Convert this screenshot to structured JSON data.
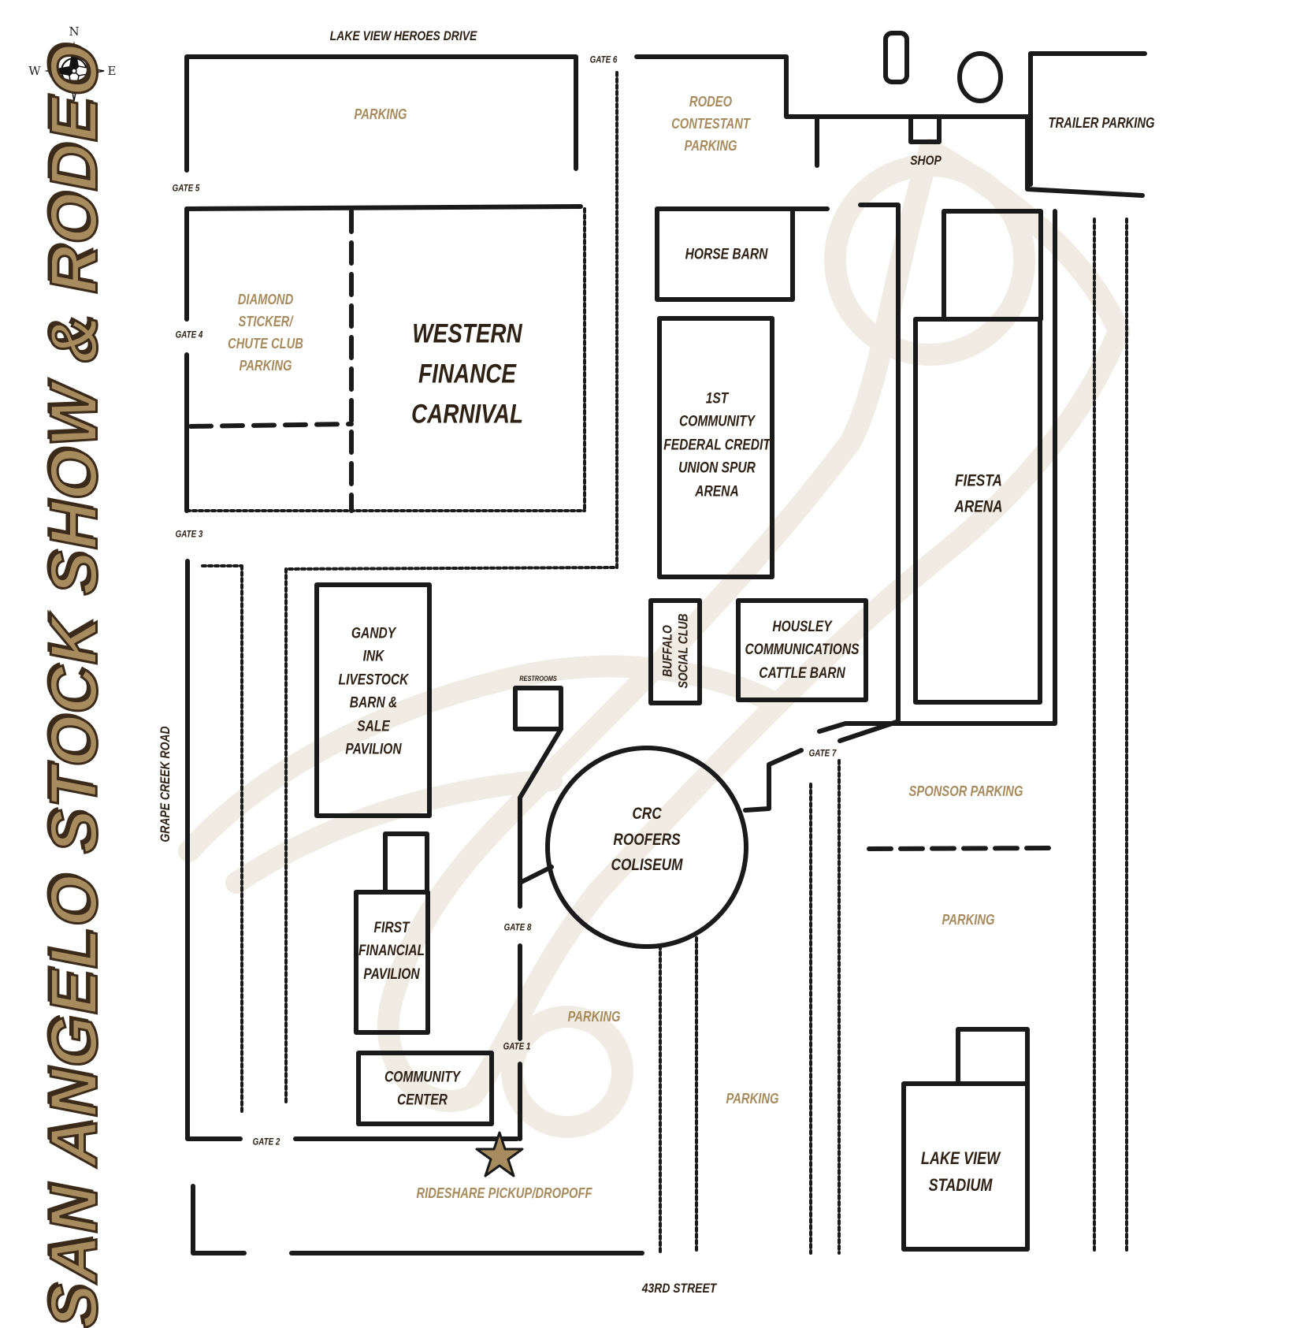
{
  "title": "SAN ANGELO STOCK SHOW & RODEO",
  "compass": {
    "n": "N",
    "s": "S",
    "e": "E",
    "w": "W"
  },
  "roads": {
    "north": "LAKE VIEW HEROES DRIVE",
    "south": "43RD STREET",
    "west": "GRAPE CREEK ROAD"
  },
  "gates": {
    "g1": "GATE 1",
    "g2": "GATE 2",
    "g3": "GATE 3",
    "g4": "GATE 4",
    "g5": "GATE 5",
    "g6": "GATE 6",
    "g7": "GATE 7",
    "g8": "GATE 8"
  },
  "buildings": {
    "carnival": "WESTERN\nFINANCE\nCARNIVAL",
    "horse_barn": "HORSE BARN",
    "spur_arena": "1ST\nCOMMUNITY\nFEDERAL CREDIT\nUNION SPUR\nARENA",
    "fiesta_arena": "FIESTA\nARENA",
    "shop": "SHOP",
    "gandy_barn": "GANDY\nINK\nLIVESTOCK\nBARN &\nSALE\nPAVILION",
    "buffalo_club": "BUFFALO\nSOCIAL CLUB",
    "housley_barn": "HOUSLEY\nCOMMUNICATIONS\nCATTLE BARN",
    "restrooms": "RESTROOMS",
    "coliseum": "CRC\nROOFERS\nCOLISEUM",
    "first_financial": "FIRST\nFINANCIAL\nPAVILION",
    "community_center": "COMMUNITY\nCENTER",
    "stadium": "LAKE VIEW\nSTADIUM"
  },
  "parking": {
    "north_parking": "PARKING",
    "diamond": "DIAMOND\nSTICKER/\nCHUTE CLUB\nPARKING",
    "rodeo_contestant": "RODEO\nCONTESTANT\nPARKING",
    "trailer": "TRAILER PARKING",
    "sponsor": "SPONSOR PARKING",
    "east_parking": "PARKING",
    "center_parking": "PARKING",
    "south_parking": "PARKING",
    "rideshare": "RIDESHARE PICKUP/DROPOFF"
  },
  "colors": {
    "ink": "#1a1a1a",
    "tan": "#a68b5f",
    "brown": "#3b2a1a",
    "watermark": "#efe9df"
  },
  "icons": {
    "compass": "compass-rose-icon",
    "star": "star-icon"
  }
}
